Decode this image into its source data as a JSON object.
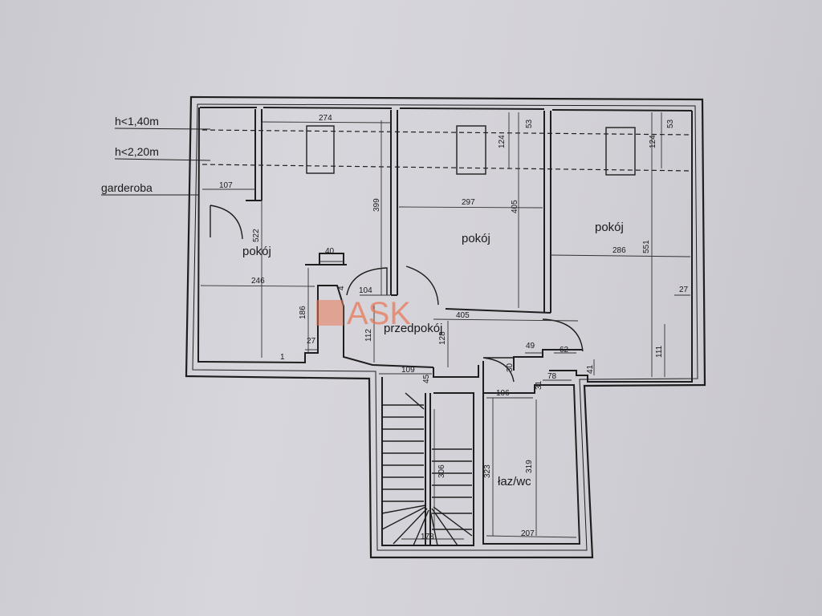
{
  "legend": {
    "h140": "h<1,40m",
    "h220": "h<2,20m",
    "garderoba": "garderoba"
  },
  "rooms": {
    "pokoj_left": "pokój",
    "pokoj_mid": "pokój",
    "pokoj_right": "pokój",
    "przedpokoj": "przedpokój",
    "lazienka": "łaz/wc"
  },
  "dims": {
    "d274": "274",
    "d124a": "124",
    "d53a": "53",
    "d124b": "124",
    "d53b": "53",
    "d107": "107",
    "d297": "297",
    "d399": "399",
    "d405a": "405",
    "d522": "522",
    "d286": "286",
    "d551": "551",
    "d40": "40",
    "d246": "246",
    "d104": "104",
    "d4": "4",
    "d186": "186",
    "d27a": "27",
    "d1": "1",
    "d112": "112",
    "d128": "128",
    "d405b": "405",
    "d27b": "27",
    "d111": "111",
    "d49": "49",
    "d62": "62",
    "d30": "30",
    "d109": "109",
    "d45": "45",
    "d106": "106",
    "d78": "78",
    "d41": "41",
    "d31": "31",
    "d306": "306",
    "d323": "323",
    "d319": "319",
    "d178": "178",
    "d207": "207"
  },
  "watermark": {
    "text": "ASK"
  }
}
